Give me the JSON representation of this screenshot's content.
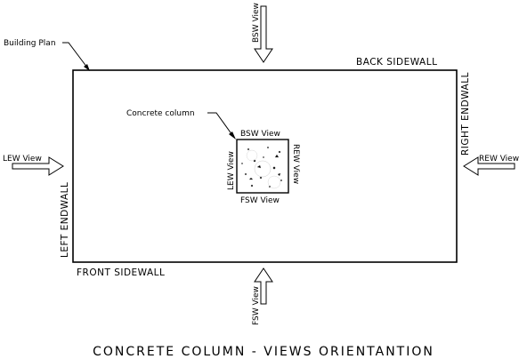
{
  "labels": {
    "building_plan": "Building Plan",
    "back_sidewall": "BACK SIDEWALL",
    "front_sidewall": "FRONT SIDEWALL",
    "right_endwall": "RIGHT ENDWALL",
    "left_endwall": "LEFT ENDWALL",
    "concrete_column": "Concrete column",
    "bsw_view": "BSW View",
    "fsw_view": "FSW View",
    "lew_view": "LEW View",
    "rew_view": "REW View",
    "title": "CONCRETE COLUMN - VIEWS ORIENTANTION"
  }
}
